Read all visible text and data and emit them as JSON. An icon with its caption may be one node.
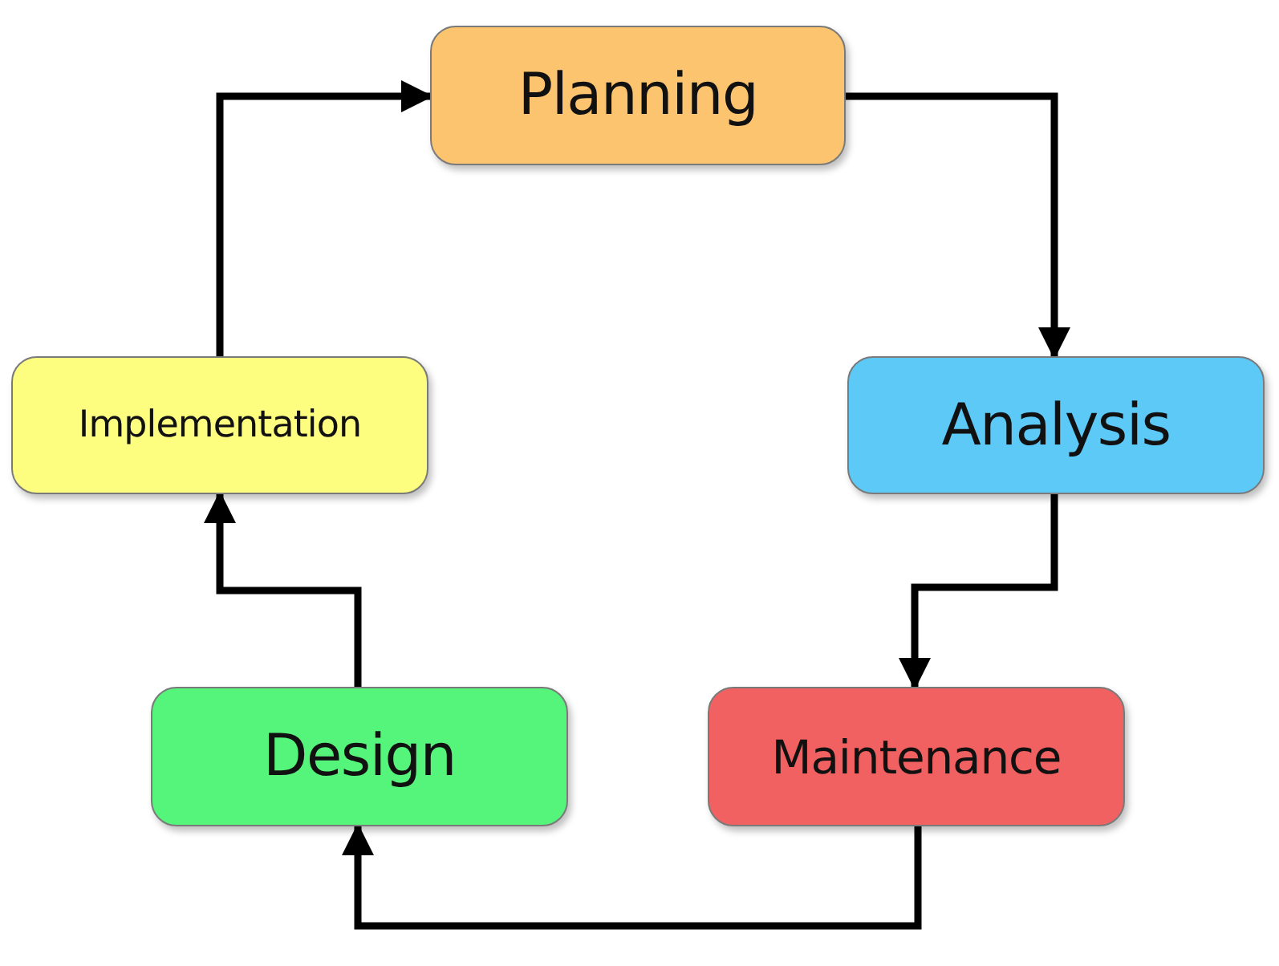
{
  "diagram": {
    "nodes": [
      {
        "text": [
          "Planning"
        ]
      },
      {
        "text": [
          "Analysis"
        ]
      },
      {
        "text": [
          "Maintenance"
        ]
      },
      {
        "text": [
          "Design"
        ]
      },
      {
        "text": [
          "Implementation"
        ]
      }
    ],
    "edges": [
      {
        "from": 0,
        "to": 1,
        "arrow": "to"
      },
      {
        "from": 1,
        "to": 2,
        "arrow": "to"
      },
      {
        "from": 2,
        "to": 3,
        "arrow": "to"
      },
      {
        "from": 3,
        "to": 4,
        "arrow": "to"
      },
      {
        "from": 4,
        "to": 0,
        "arrow": "to"
      }
    ]
  }
}
